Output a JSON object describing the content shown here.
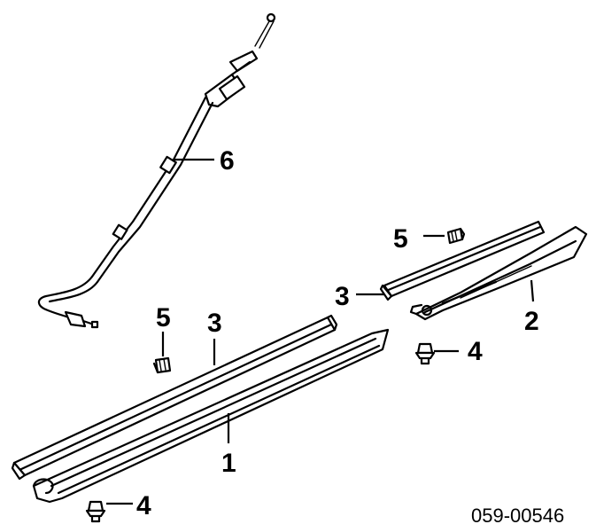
{
  "callouts": {
    "c6": "6",
    "c5_top": "5",
    "c3_right": "3",
    "c2": "2",
    "c4_right": "4",
    "c5_left": "5",
    "c3_left": "3",
    "c1": "1",
    "c4_bottom": "4"
  },
  "footer": {
    "part_number": "059-00546"
  }
}
